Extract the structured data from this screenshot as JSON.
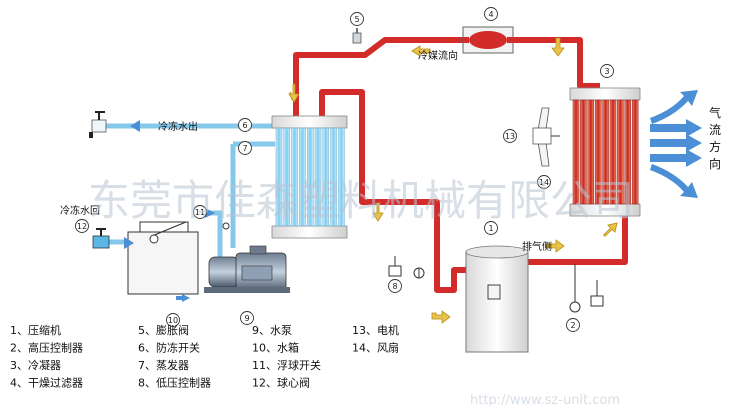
{
  "labels": {
    "chilled_water_out": "冷冻水出",
    "chilled_water_return": "冷冻水回",
    "refrigerant_flow": "冷媒流向",
    "exhaust_side": "排气侧",
    "airflow": [
      "气",
      "流",
      "方",
      "向"
    ]
  },
  "markers": [
    "1",
    "2",
    "3",
    "4",
    "5",
    "6",
    "7",
    "8",
    "9",
    "10",
    "11",
    "12",
    "13",
    "14"
  ],
  "legend": [
    "1、压缩机",
    "2、高压控制器",
    "3、冷凝器",
    "4、干燥过滤器",
    "5、膨胀阀",
    "6、防冻开关",
    "7、蒸发器",
    "8、低压控制器",
    "9、水泵",
    "10、水箱",
    "11、浮球开关",
    "12、球心阀",
    "13、电机",
    "14、风扇"
  ],
  "watermark": "东莞市佳森塑料机械有限公司",
  "watermark_url": "http://www.sz-unit.com",
  "colors": {
    "hot_pipe": "#d32a2a",
    "cold_pipe": "#7fc6ea",
    "arrow_fill": "#e8c24a",
    "air_arrow": "#4b8fd6",
    "evaporator": "#a9dcf5",
    "condenser": "#d32a2a"
  }
}
